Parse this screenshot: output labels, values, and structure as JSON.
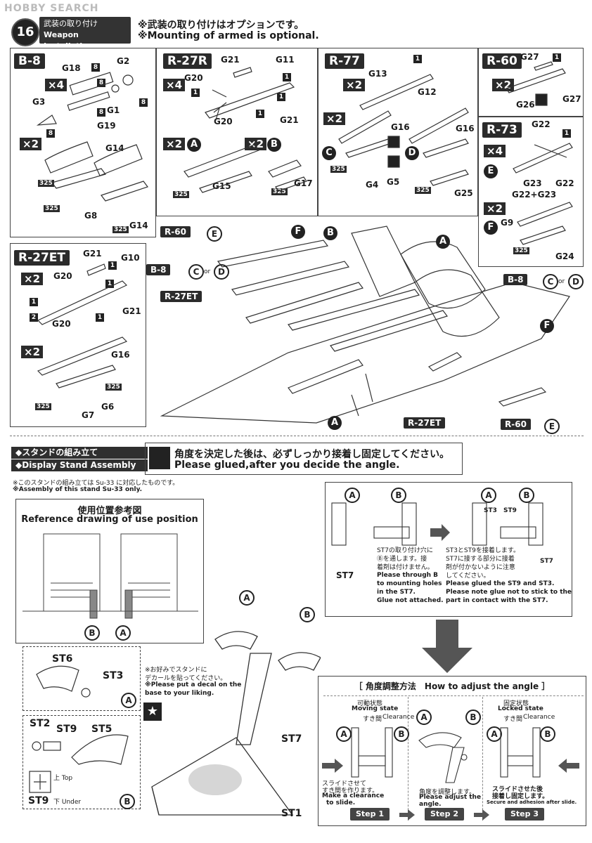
{
  "watermark": "HOBBY SEARCH",
  "step": {
    "number": "16",
    "title_jp": "武装の取り付け",
    "title_en": "Weapon Installation",
    "note_jp": "※武装の取り付けはオプションです。",
    "note_en": "※Mounting of armed is optional."
  },
  "weapons": {
    "b8": {
      "name": "B-8",
      "qty1": "×4",
      "qty2": "×2",
      "parts": [
        "G18",
        "G2",
        "G3",
        "G1",
        "G19",
        "G14",
        "G8"
      ],
      "nums": [
        "8",
        "8",
        "8",
        "8",
        "8"
      ],
      "n325": "325"
    },
    "r27r": {
      "name": "R-27R",
      "qty1": "×4",
      "qty2a": "×2",
      "qty2b": "×2",
      "parts": [
        "G21",
        "G11",
        "G20",
        "G21",
        "G20",
        "G15",
        "G17"
      ],
      "nums": [
        "1",
        "1",
        "1",
        "1"
      ],
      "letters": [
        "A",
        "B"
      ],
      "n325": "325"
    },
    "r77": {
      "name": "R-77",
      "qty1": "×2",
      "qty2": "×2",
      "parts": [
        "G13",
        "G12",
        "G16",
        "G16",
        "G4",
        "G5",
        "G25"
      ],
      "nums": [
        "1"
      ],
      "letters": [
        "C",
        "D"
      ],
      "n325": "325"
    },
    "r60": {
      "name": "R-60",
      "qty": "×2",
      "parts": [
        "G27",
        "G26",
        "G27"
      ],
      "nums": [
        "1"
      ]
    },
    "r73": {
      "name": "R-73",
      "qty1": "×4",
      "qty2": "×2",
      "parts": [
        "G22",
        "G23",
        "G22",
        "G22+G23",
        "G9",
        "G24"
      ],
      "nums": [
        "1"
      ],
      "letters": [
        "E",
        "F"
      ],
      "n325": "325"
    },
    "r27et": {
      "name": "R-27ET",
      "qty1": "×2",
      "qty2": "×2",
      "parts": [
        "G21",
        "G10",
        "G20",
        "G21",
        "G20",
        "G16",
        "G7",
        "G6"
      ],
      "nums": [
        "1",
        "1",
        "1",
        "2",
        "1"
      ],
      "n325": "325"
    }
  },
  "diagram_labels": {
    "r60_left": "R-60",
    "b8_left": "B-8",
    "r27et_left": "R-27ET",
    "b8_right": "B-8",
    "r27et_bottom": "R-27ET",
    "r60_bottom": "R-60",
    "or": "or",
    "E": "E",
    "C": "C",
    "D": "D",
    "F": "F",
    "A": "A",
    "B": "B"
  },
  "stand": {
    "title_jp": "◆スタンドの組み立て",
    "title_en": "◆Display Stand Assembly",
    "glue_jp": "角度を決定した後は、必ずしっかり接着し固定してください。",
    "glue_en": "Please glued,after you decide the angle.",
    "note1_jp": "※このスタンドの組み立ては Su-33 に対応したものです。",
    "note1_en": "※Assembly of this stand Su-33 only.",
    "ref_jp": "使用位置参考図",
    "ref_en": "Reference drawing of use position",
    "ref_A": "A",
    "ref_B": "B",
    "st6": "ST6",
    "st3": "ST3",
    "st2": "ST2",
    "st9": "ST9",
    "st5": "ST5",
    "top_jp": "上",
    "top_en": "Top",
    "under_jp": "下",
    "under_en": "Under",
    "st9b": "ST9",
    "decal_jp1": "※お好みでスタンドに",
    "decal_jp2": "デカールを貼ってください。",
    "decal_en1": "※Please put a decal on the",
    "decal_en2": "base to your liking.",
    "st7": "ST7",
    "st1": "ST1",
    "detail_st7": "ST7",
    "detail_jp1": "ST7の取り付け穴に",
    "detail_jp2": "Ⓑを通します。接",
    "detail_jp3": "着剤は付けません。",
    "detail_en1": "Please through B",
    "detail_en2": "to mounting holes",
    "detail_en3": "in the ST7.",
    "detail_en4": "Glue not attached.",
    "detail2_jp1": "ST3とST9を接着します。",
    "detail2_jp2": "ST7に接する部分に接着",
    "detail2_jp3": "剤が付かないように注意",
    "detail2_jp4": "してください。",
    "detail2_en1": "Please glued the ST9 and ST3.",
    "detail2_en2": "Please note glue not to stick to the",
    "detail2_en3": "part in contact with the ST7.",
    "d_st3": "ST3",
    "d_st9": "ST9",
    "d_st7": "ST7"
  },
  "angle": {
    "header": "［ 角度調整方法　How to adjust the angle ］",
    "moving_jp": "可動状態",
    "moving_en": "Moving state",
    "clearance_jp": "すき間",
    "clearance_en": "Clearance",
    "locked_jp": "固定状態",
    "locked_en": "Locked state",
    "slide_jp1": "スライドさせて",
    "slide_jp2": "すき間を作ります。",
    "slide_en1": "Make a clearance",
    "slide_en2": "to slide.",
    "adjust_jp": "角度を調整します。",
    "adjust_en1": "Please adjust the",
    "adjust_en2": "angle.",
    "secure_jp1": "スライドさせた後",
    "secure_jp2": "接着し固定します。",
    "secure_en": "Secure and adhesion after slide.",
    "step1": "Step 1",
    "step2": "Step 2",
    "step3": "Step 3"
  }
}
